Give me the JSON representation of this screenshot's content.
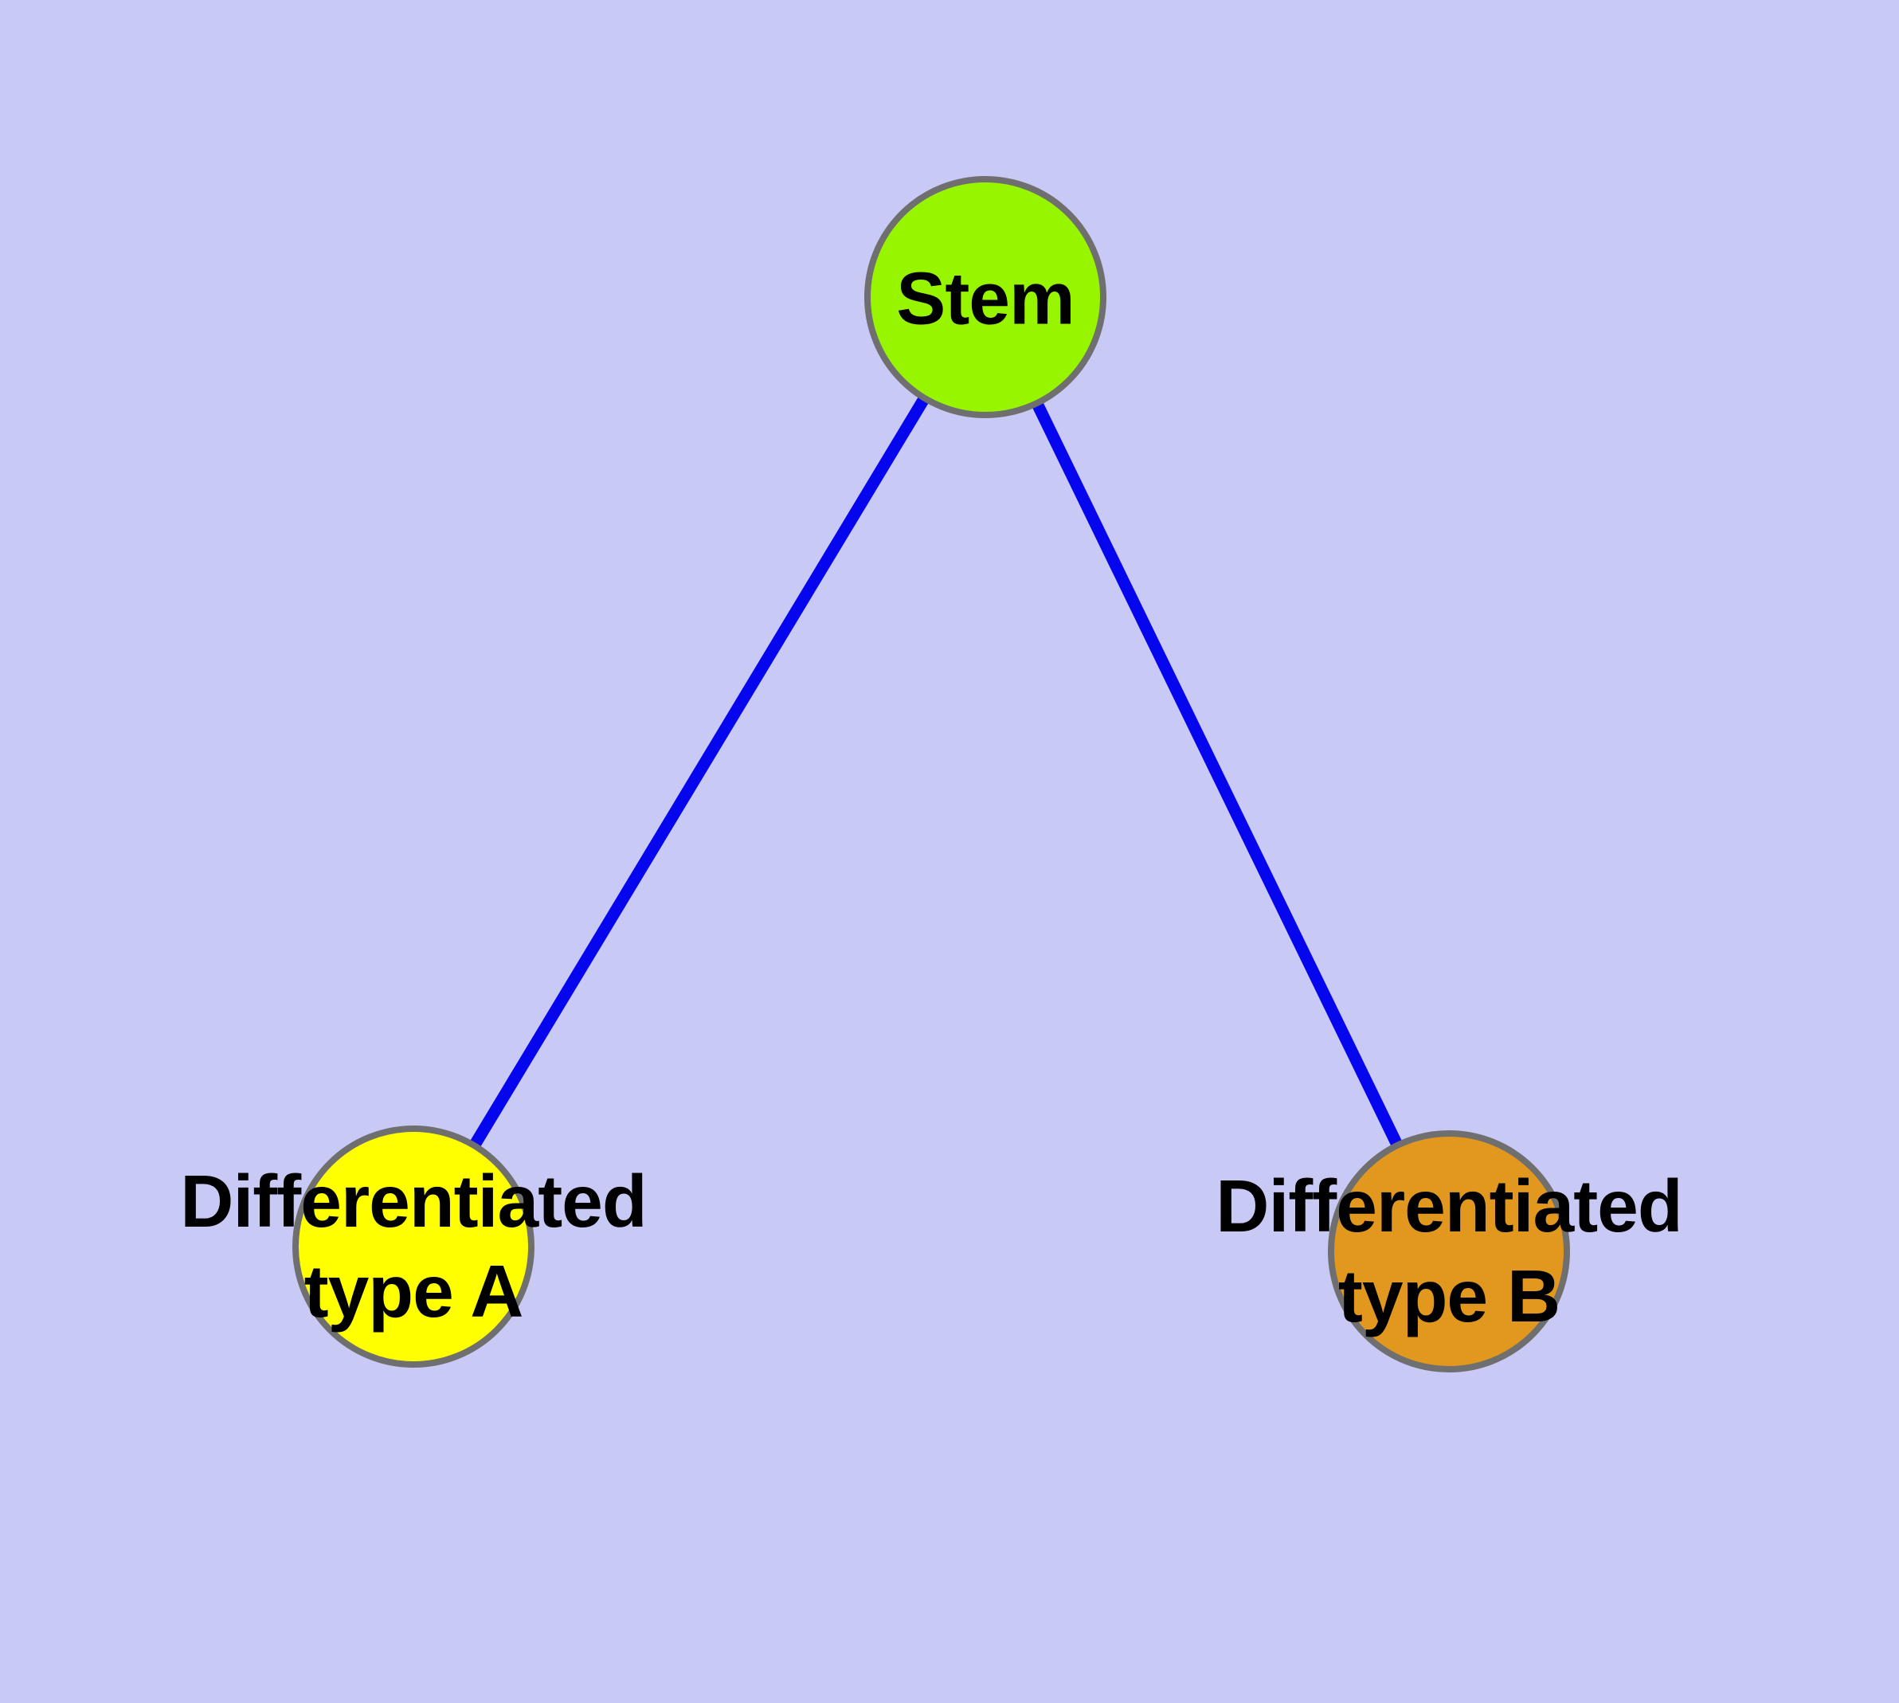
{
  "diagram": {
    "background_color": "#C9C9F6",
    "edge_color": "#0505EE",
    "node_border_color": "#6F6F6F",
    "label_text_color": "#000000",
    "nodes": [
      {
        "id": "stem",
        "label": "Stem",
        "fill_color": "#98F500"
      },
      {
        "id": "differentiated-type-a",
        "label_line1": "Differentiated",
        "label_line2": "type A",
        "fill_color": "#FFFF00"
      },
      {
        "id": "differentiated-type-b",
        "label_line1": "Differentiated",
        "label_line2": "type B",
        "fill_color": "#E2981F"
      }
    ],
    "edges": [
      {
        "from": "Stem",
        "to": "Differentiated type A"
      },
      {
        "from": "Stem",
        "to": "Differentiated type B"
      }
    ]
  }
}
